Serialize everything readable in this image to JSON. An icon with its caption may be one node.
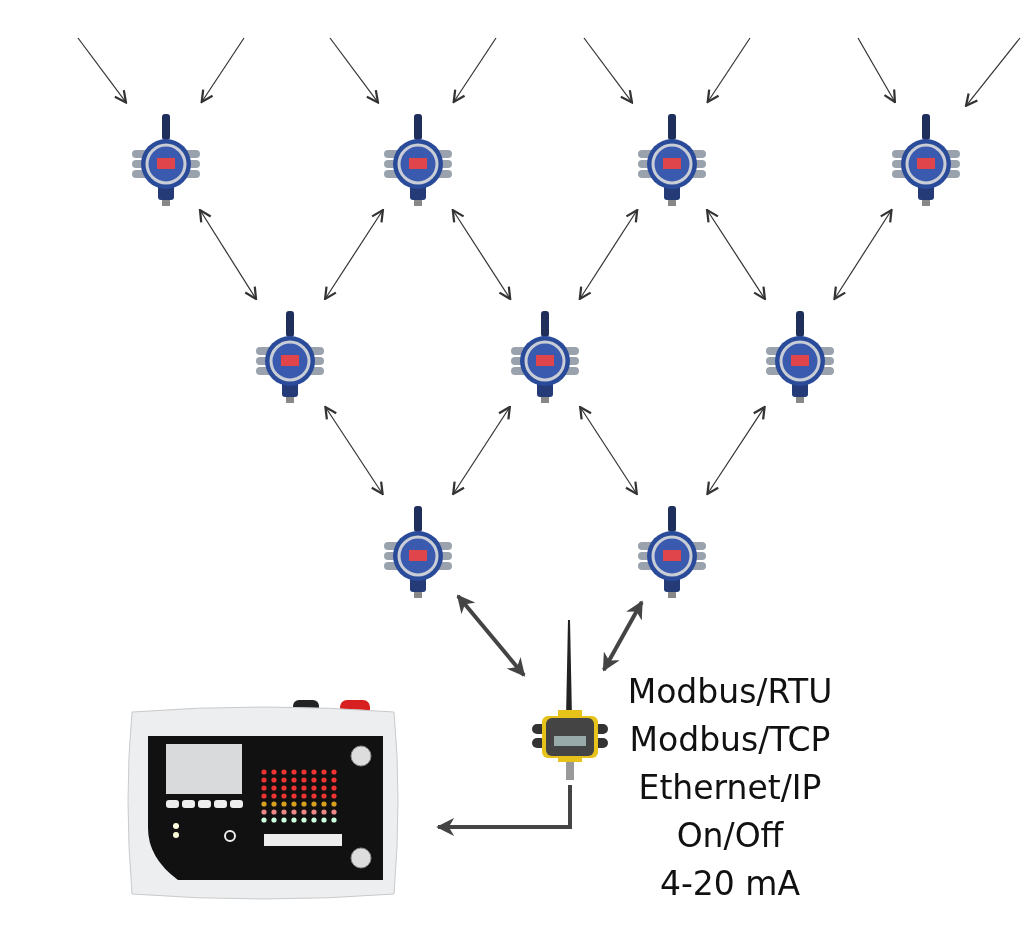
{
  "diagram": {
    "nodes": [
      {
        "text": [],
        "shape": "picture"
      },
      {
        "text": [],
        "shape": "picture"
      },
      {
        "text": [],
        "shape": "picture"
      },
      {
        "text": [],
        "shape": "picture"
      },
      {
        "text": [],
        "shape": "picture"
      },
      {
        "text": [],
        "shape": "picture"
      },
      {
        "text": [],
        "shape": "picture"
      },
      {
        "text": [],
        "shape": "picture"
      },
      {
        "text": [],
        "shape": "picture"
      },
      {
        "text": [],
        "shape": "picture",
        "beside": [
          "Modbus/RTU",
          "Modbus/TCP",
          "Ethernet/IP",
          "On/Off",
          "4-20 mA"
        ]
      },
      {
        "text": [],
        "shape": "picture"
      }
    ],
    "edges": [
      {
        "from": null,
        "to": 0,
        "arrow": "to"
      },
      {
        "from": null,
        "to": 0,
        "arrow": "to"
      },
      {
        "from": null,
        "to": 1,
        "arrow": "to"
      },
      {
        "from": null,
        "to": 1,
        "arrow": "to"
      },
      {
        "from": null,
        "to": 2,
        "arrow": "to"
      },
      {
        "from": null,
        "to": 2,
        "arrow": "to"
      },
      {
        "from": null,
        "to": 3,
        "arrow": "to"
      },
      {
        "from": null,
        "to": 3,
        "arrow": "to"
      },
      {
        "from": 0,
        "to": 4,
        "arrow": "both"
      },
      {
        "from": 1,
        "to": 4,
        "arrow": "both"
      },
      {
        "from": 1,
        "to": 5,
        "arrow": "both"
      },
      {
        "from": 2,
        "to": 5,
        "arrow": "both"
      },
      {
        "from": 2,
        "to": 6,
        "arrow": "both"
      },
      {
        "from": 3,
        "to": 6,
        "arrow": "both"
      },
      {
        "from": 4,
        "to": 7,
        "arrow": "both"
      },
      {
        "from": 5,
        "to": 7,
        "arrow": "both"
      },
      {
        "from": 5,
        "to": 8,
        "arrow": "both"
      },
      {
        "from": 6,
        "to": 8,
        "arrow": "both"
      },
      {
        "from": 7,
        "to": 9,
        "arrow": "both",
        "style": "thick"
      },
      {
        "from": 8,
        "to": 9,
        "arrow": "both",
        "style": "thick"
      },
      {
        "from": 9,
        "to": 10,
        "arrow": "to",
        "style": "thick"
      }
    ]
  }
}
